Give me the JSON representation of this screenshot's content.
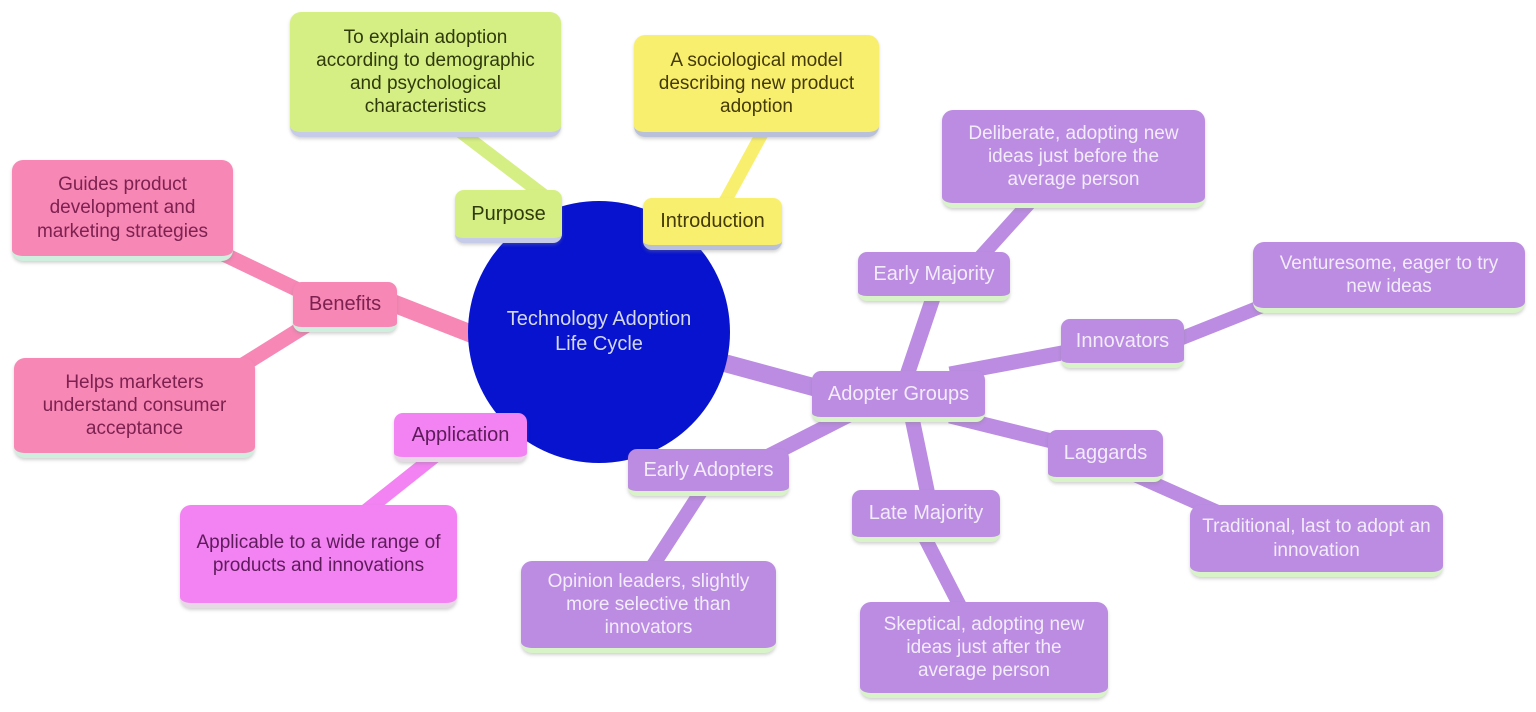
{
  "diagram": {
    "title": "Technology Adoption Life Cycle",
    "type": "mind-map"
  },
  "palette": {
    "root_fill": "#0713cf",
    "root_text": "#d3d8e6",
    "green_fill": "#d6ef85",
    "green_text": "#2f3b0b",
    "green_under": "#c5cbe9",
    "yellow_fill": "#f9ef6e",
    "yellow_text": "#443a06",
    "yellow_under": "#b9c1da",
    "pink_fill": "#f787b5",
    "pink_text": "#7d2150",
    "pink_under": "#cfeedd",
    "magenta_fill": "#f383f2",
    "magenta_text": "#5e1b5c",
    "magenta_under": "#e6d8e4",
    "purple_fill": "#bb8ce2",
    "purple_text": "#f2ecfa",
    "purple_under": "#d9f3c9"
  },
  "nodes": {
    "root": {
      "label": "Technology Adoption Life Cycle"
    },
    "purpose": {
      "label": "Purpose"
    },
    "purpose_detail": {
      "label": "To explain adoption according to demographic and psychological characteristics"
    },
    "introduction": {
      "label": "Introduction"
    },
    "introduction_detail": {
      "label": "A sociological model describing new product adoption"
    },
    "benefits": {
      "label": "Benefits"
    },
    "benefits_detail_1": {
      "label": "Guides product development and marketing strategies"
    },
    "benefits_detail_2": {
      "label": "Helps marketers understand consumer acceptance"
    },
    "application": {
      "label": "Application"
    },
    "application_detail": {
      "label": "Applicable to a wide range of products and innovations"
    },
    "adopter_groups": {
      "label": "Adopter Groups"
    },
    "early_majority": {
      "label": "Early Majority"
    },
    "early_majority_detail": {
      "label": "Deliberate, adopting new ideas just before the average person"
    },
    "innovators": {
      "label": "Innovators"
    },
    "innovators_detail": {
      "label": "Venturesome, eager to try new ideas"
    },
    "laggards": {
      "label": "Laggards"
    },
    "laggards_detail": {
      "label": "Traditional, last to adopt an innovation"
    },
    "late_majority": {
      "label": "Late Majority"
    },
    "late_majority_detail": {
      "label": "Skeptical, adopting new ideas just after the average person"
    },
    "early_adopters": {
      "label": "Early Adopters"
    },
    "early_adopters_detail": {
      "label": "Opinion leaders, slightly more selective than innovators"
    }
  },
  "edges": [
    {
      "from": "root",
      "to": "purpose"
    },
    {
      "from": "purpose",
      "to": "purpose_detail"
    },
    {
      "from": "root",
      "to": "introduction"
    },
    {
      "from": "introduction",
      "to": "introduction_detail"
    },
    {
      "from": "root",
      "to": "benefits"
    },
    {
      "from": "benefits",
      "to": "benefits_detail_1"
    },
    {
      "from": "benefits",
      "to": "benefits_detail_2"
    },
    {
      "from": "root",
      "to": "application"
    },
    {
      "from": "application",
      "to": "application_detail"
    },
    {
      "from": "root",
      "to": "adopter_groups"
    },
    {
      "from": "adopter_groups",
      "to": "early_majority"
    },
    {
      "from": "early_majority",
      "to": "early_majority_detail"
    },
    {
      "from": "adopter_groups",
      "to": "innovators"
    },
    {
      "from": "innovators",
      "to": "innovators_detail"
    },
    {
      "from": "adopter_groups",
      "to": "laggards"
    },
    {
      "from": "laggards",
      "to": "laggards_detail"
    },
    {
      "from": "adopter_groups",
      "to": "late_majority"
    },
    {
      "from": "late_majority",
      "to": "late_majority_detail"
    },
    {
      "from": "adopter_groups",
      "to": "early_adopters"
    },
    {
      "from": "early_adopters",
      "to": "early_adopters_detail"
    }
  ]
}
